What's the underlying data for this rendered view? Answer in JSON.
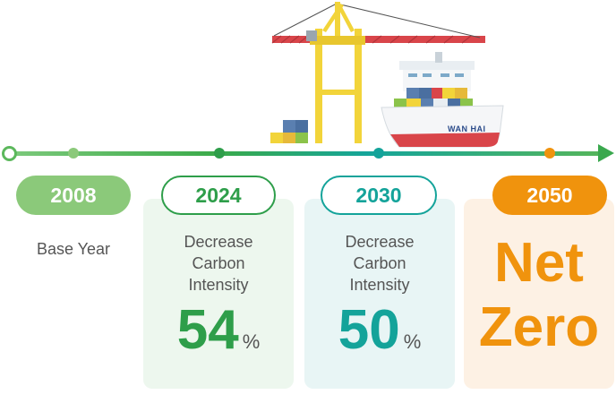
{
  "timeline": {
    "milestones": [
      {
        "year": "2008",
        "label": "Base Year"
      },
      {
        "year": "2024",
        "line1": "Decrease",
        "line2": "Carbon",
        "line3": "Intensity",
        "value": "54",
        "unit": "%"
      },
      {
        "year": "2030",
        "line1": "Decrease",
        "line2": "Carbon",
        "line3": "Intensity",
        "value": "50",
        "unit": "%"
      },
      {
        "year": "2050",
        "line1": "Net",
        "line2": "Zero"
      }
    ]
  },
  "illustration": {
    "ship_name": "WAN HAI"
  },
  "colors": {
    "green_light": "#8bc97a",
    "green": "#2e9e4a",
    "teal": "#14a39a",
    "orange": "#f0930d"
  }
}
